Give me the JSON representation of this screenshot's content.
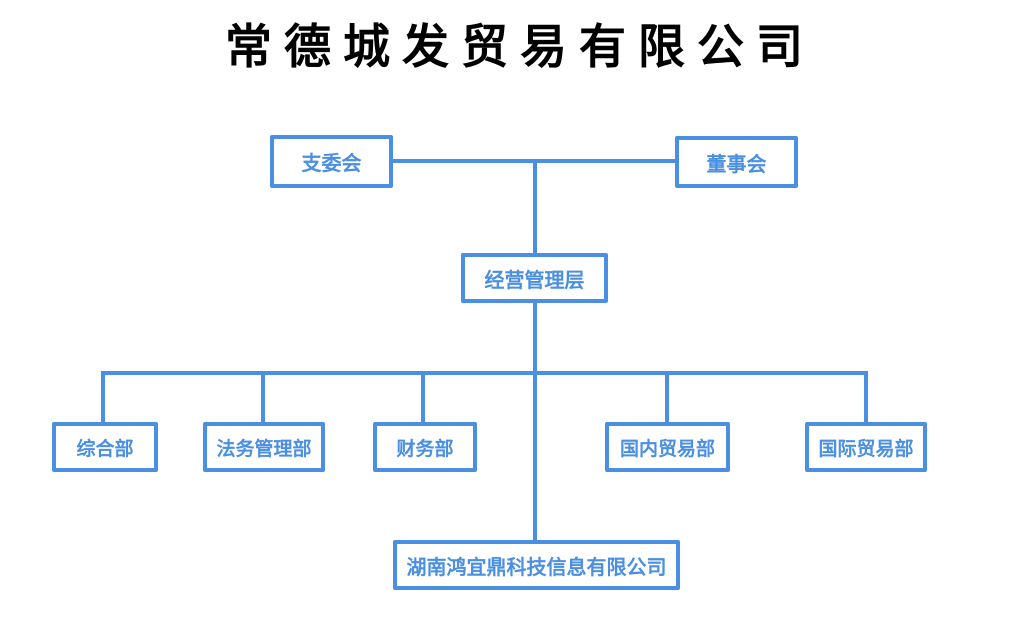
{
  "title": "常德城发贸易有限公司",
  "colors": {
    "accent": "#4a8fe2",
    "title_text": "#000000",
    "background": "#ffffff"
  },
  "nodes": {
    "branch_committee": {
      "label": "支委会"
    },
    "board_of_directors": {
      "label": "董事会"
    },
    "management": {
      "label": "经营管理层"
    },
    "general_dept": {
      "label": "综合部"
    },
    "legal_dept": {
      "label": "法务管理部"
    },
    "finance_dept": {
      "label": "财务部"
    },
    "domestic_trade_dept": {
      "label": "国内贸易部"
    },
    "international_trade_dept": {
      "label": "国际贸易部"
    },
    "subsidiary": {
      "label": "湖南鸿宜鼎科技信息有限公司"
    }
  },
  "structure": {
    "top_row": [
      "支委会",
      "董事会"
    ],
    "middle": "经营管理层",
    "departments": [
      "综合部",
      "法务管理部",
      "财务部",
      "国内贸易部",
      "国际贸易部"
    ],
    "subsidiary": "湖南鸿宜鼎科技信息有限公司"
  }
}
